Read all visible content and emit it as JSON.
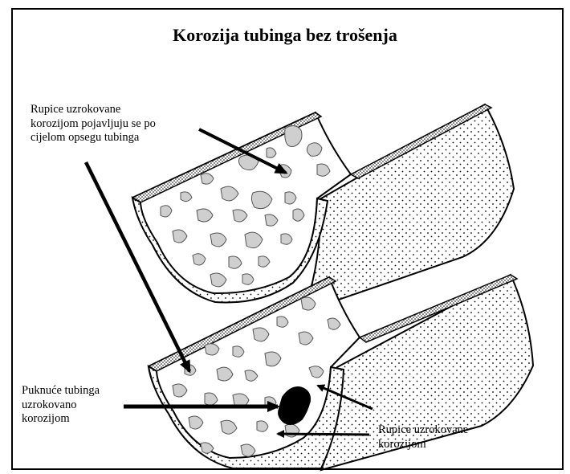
{
  "title": "Korozija tubinga bez trošenja",
  "labels": {
    "top_pits": [
      "Rupice uzrokovane",
      "korozijom pojavljuju se po",
      "cijelom opsegu tubinga"
    ],
    "crack": [
      "Puknuće tubinga",
      "uzrokovano",
      "korozijom"
    ],
    "bottom_pits": [
      "Rupice uzrokovane",
      "korozijom"
    ]
  },
  "colors": {
    "ink": "#000000",
    "pit_fill": "#cfcfcf",
    "crack_fill": "#000000",
    "background": "#ffffff"
  }
}
